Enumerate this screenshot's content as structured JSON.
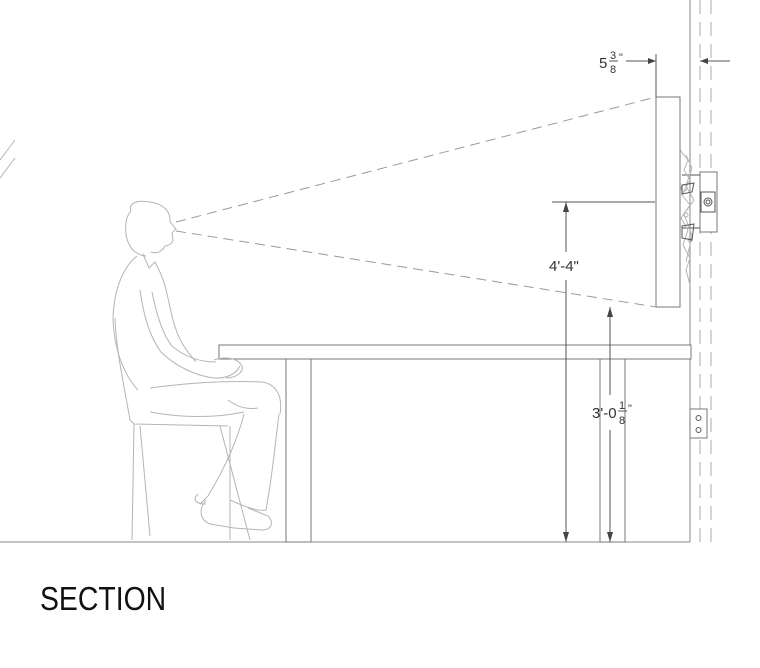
{
  "drawing": {
    "title": "SECTION",
    "dimensions": {
      "wall_offset": {
        "whole": "5",
        "num": "3",
        "den": "8",
        "unit": "\""
      },
      "eye_to_screen_height": "4'-4\"",
      "table_height": {
        "whole": "3'-0",
        "num": "1",
        "den": "8",
        "unit": "\""
      }
    }
  },
  "colors": {
    "line": "#8a8a8a",
    "text": "#111111",
    "background": "#ffffff"
  }
}
